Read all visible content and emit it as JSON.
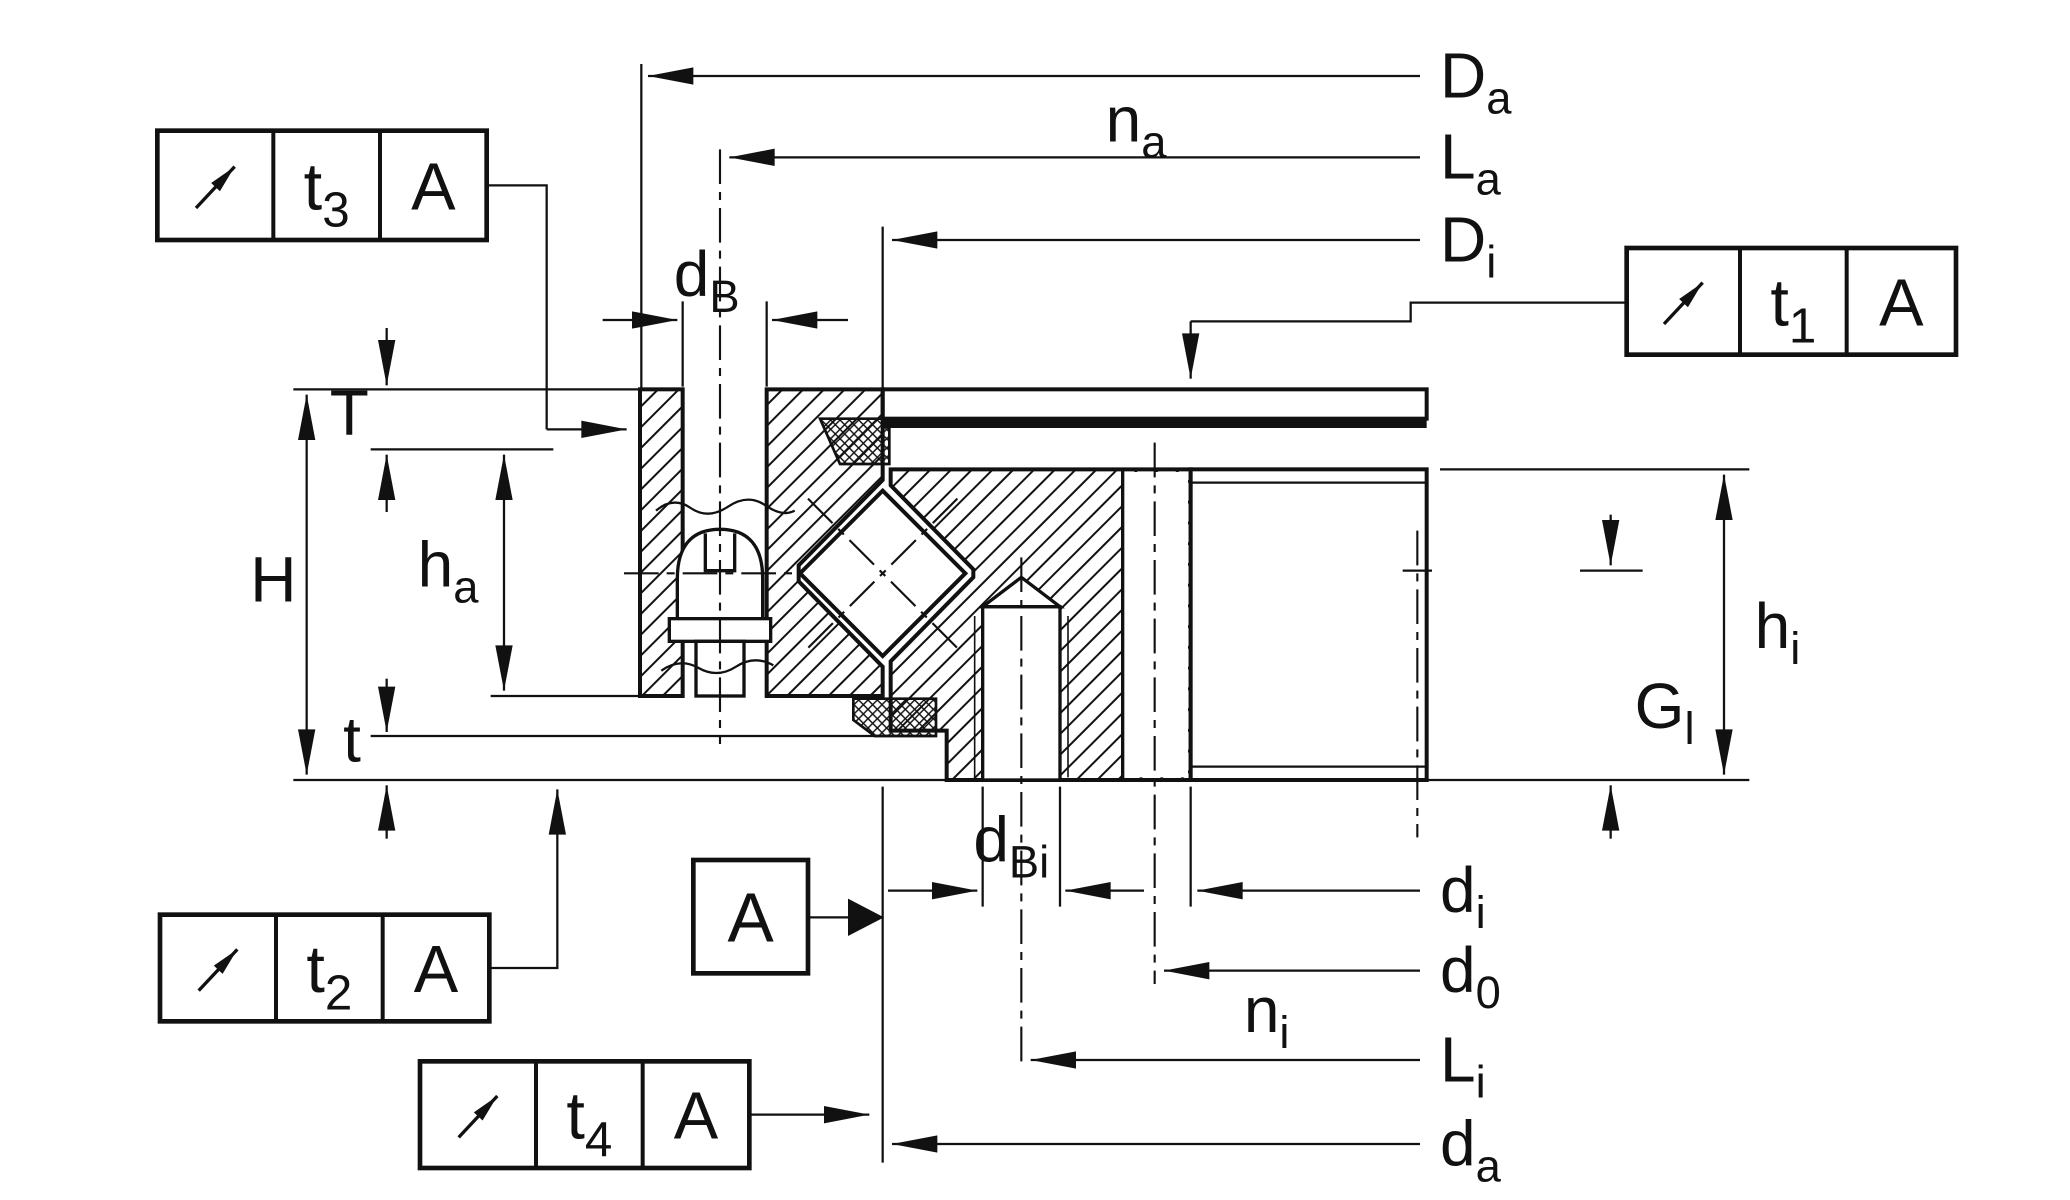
{
  "page": {
    "background": "#ffffff",
    "ink": "#111111"
  },
  "feature_frames": [
    {
      "id": "frame-t3",
      "symbol": "circular-runout",
      "tolerance": {
        "main": "t",
        "sub": "3"
      },
      "datum": "A"
    },
    {
      "id": "frame-t1",
      "symbol": "circular-runout",
      "tolerance": {
        "main": "t",
        "sub": "1"
      },
      "datum": "A"
    },
    {
      "id": "frame-t2",
      "symbol": "circular-runout",
      "tolerance": {
        "main": "t",
        "sub": "2"
      },
      "datum": "A"
    },
    {
      "id": "frame-t4",
      "symbol": "circular-runout",
      "tolerance": {
        "main": "t",
        "sub": "4"
      },
      "datum": "A"
    }
  ],
  "datum_flag": {
    "label": "A"
  },
  "dims": {
    "Da": {
      "main": "D",
      "sub": "a"
    },
    "na": {
      "main": "n",
      "sub": "a"
    },
    "La": {
      "main": "L",
      "sub": "a"
    },
    "Di": {
      "main": "D",
      "sub": "i"
    },
    "dB": {
      "main": "d",
      "sub": "B"
    },
    "T": {
      "main": "T",
      "sub": ""
    },
    "H": {
      "main": "H",
      "sub": ""
    },
    "ha": {
      "main": "h",
      "sub": "a"
    },
    "t": {
      "main": "t",
      "sub": ""
    },
    "hi": {
      "main": "h",
      "sub": "i"
    },
    "Gl": {
      "main": "G",
      "sub": "l"
    },
    "dBi": {
      "main": "d",
      "sub": "Bi"
    },
    "di": {
      "main": "d",
      "sub": "i"
    },
    "d0": {
      "main": "d",
      "sub": "0"
    },
    "ni": {
      "main": "n",
      "sub": "i"
    },
    "Li": {
      "main": "L",
      "sub": "i"
    },
    "da": {
      "main": "d",
      "sub": "a"
    }
  }
}
